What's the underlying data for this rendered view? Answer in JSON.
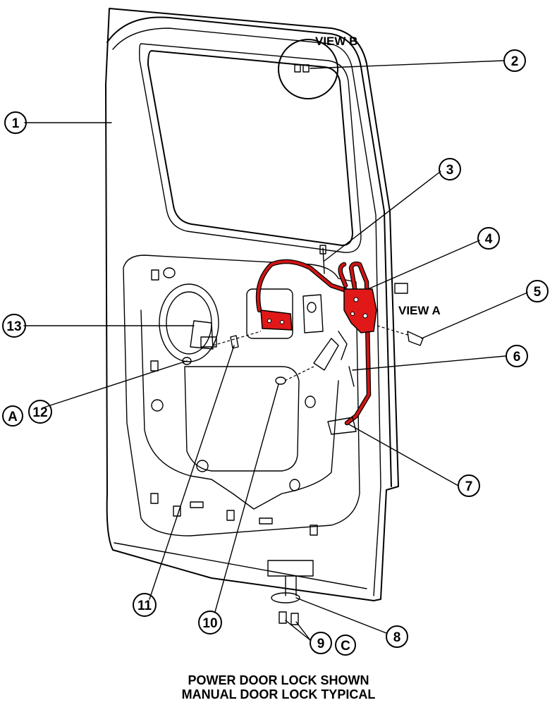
{
  "callouts": [
    "1",
    "2",
    "3",
    "4",
    "5",
    "6",
    "7",
    "8",
    "9",
    "10",
    "11",
    "12",
    "13"
  ],
  "letters": [
    "A",
    "C"
  ],
  "views": {
    "view_a": "VIEW A",
    "view_b": "VIEW B"
  },
  "caption": {
    "line1": "POWER DOOR LOCK SHOWN",
    "line2": "MANUAL DOOR LOCK TYPICAL"
  },
  "colors": {
    "highlight": "#e01818",
    "ink": "#000000"
  }
}
